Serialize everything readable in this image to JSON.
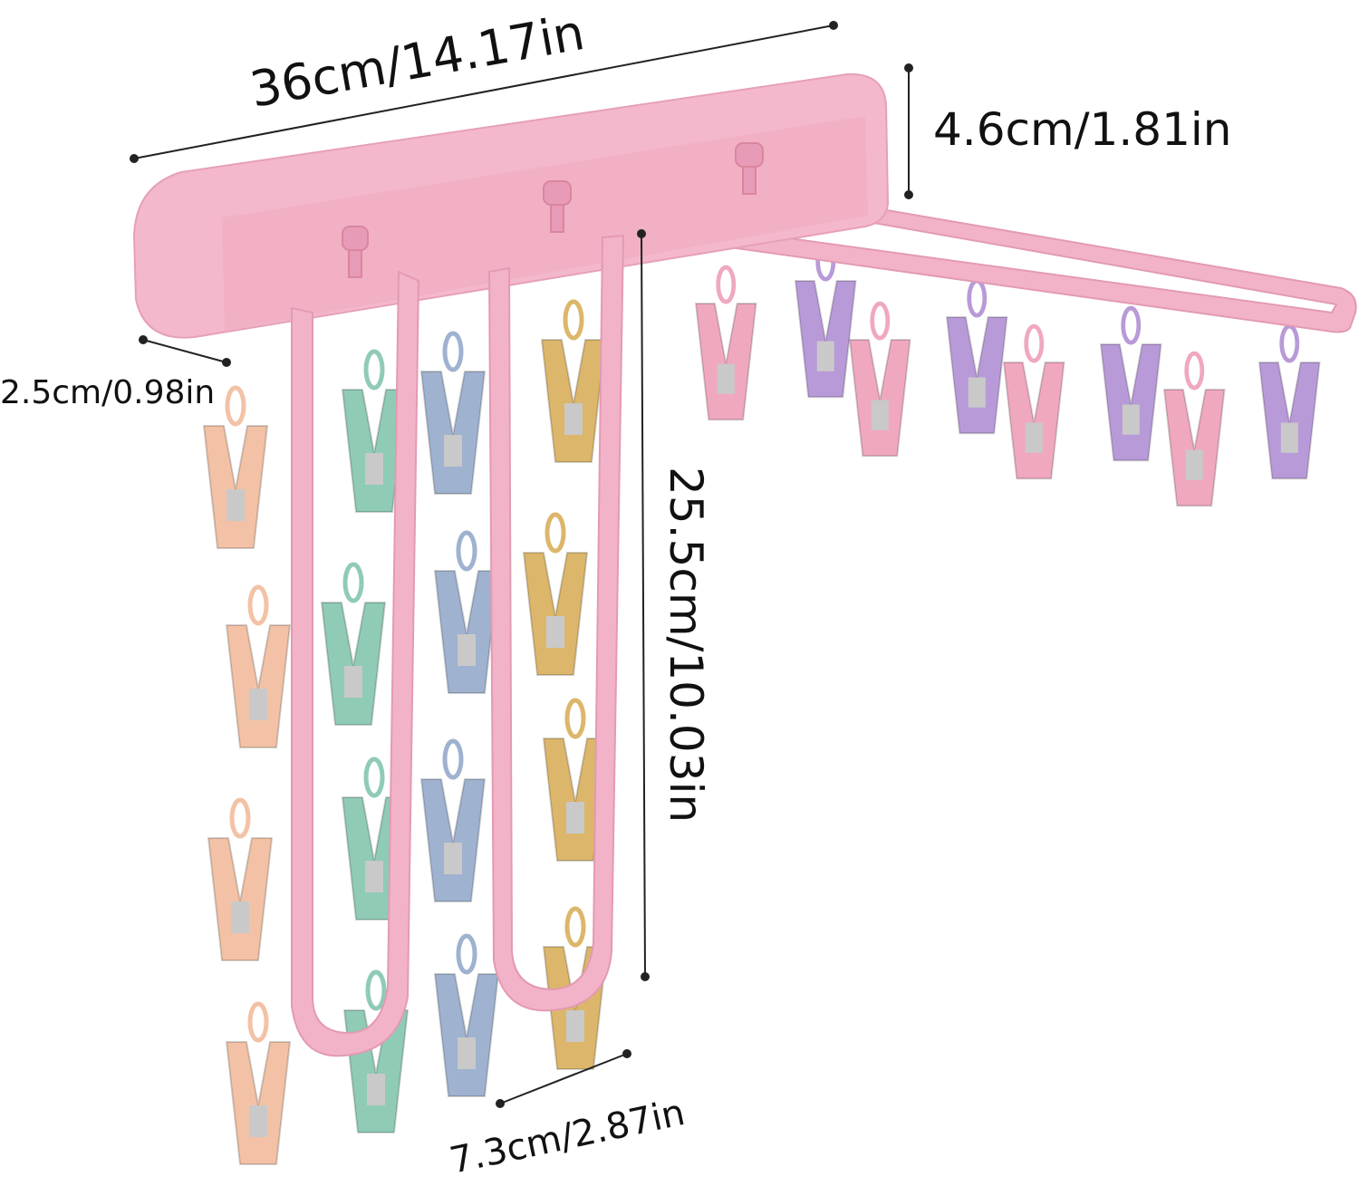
{
  "dimensions": {
    "length": "36cm/14.17in",
    "height": "4.6cm/1.81in",
    "depth": "2.5cm/0.98in",
    "drop": "25.5cm/10.03in",
    "loop_width": "7.3cm/2.87in"
  },
  "colors": {
    "rack": "#f2b3c8",
    "rack_shade": "#e79ab5",
    "clip_peach": "#f3c2a6",
    "clip_green": "#8fcbb5",
    "clip_blue": "#9fb2cf",
    "clip_gold": "#dcb66a",
    "clip_pink": "#f0a8bf",
    "clip_purple": "#b89ad8"
  }
}
